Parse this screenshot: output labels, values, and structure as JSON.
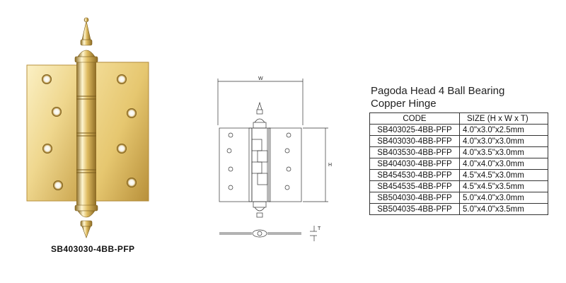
{
  "product": {
    "model_caption": "SB403030-4BB-PFP",
    "title_line1": "Pagoda Head 4 Ball Bearing",
    "title_line2": "Copper Hinge"
  },
  "drawing": {
    "width_label": "W",
    "height_label": "H",
    "thickness_label": "T"
  },
  "spec_table": {
    "headers": {
      "code": "CODE",
      "size": "SIZE (H x W x T)"
    },
    "rows": [
      {
        "code": "SB403025-4BB-PFP",
        "size": "4.0\"x3.0\"x2.5mm"
      },
      {
        "code": "SB403030-4BB-PFP",
        "size": "4.0\"x3.0\"x3.0mm"
      },
      {
        "code": "SB403530-4BB-PFP",
        "size": "4.0\"x3.5\"x3.0mm"
      },
      {
        "code": "SB404030-4BB-PFP",
        "size": "4.0\"x4.0\"x3.0mm"
      },
      {
        "code": "SB454530-4BB-PFP",
        "size": "4.5\"x4.5\"x3.0mm"
      },
      {
        "code": "SB454535-4BB-PFP",
        "size": "4.5\"x4.5\"x3.5mm"
      },
      {
        "code": "SB504030-4BB-PFP",
        "size": "5.0\"x4.0\"x3.0mm"
      },
      {
        "code": "SB504035-4BB-PFP",
        "size": "5.0\"x4.0\"x3.5mm"
      }
    ]
  },
  "colors": {
    "brass_light": "#f7e6a6",
    "brass_mid": "#e2c066",
    "brass_dark": "#9c7a2a",
    "line": "#333333"
  }
}
